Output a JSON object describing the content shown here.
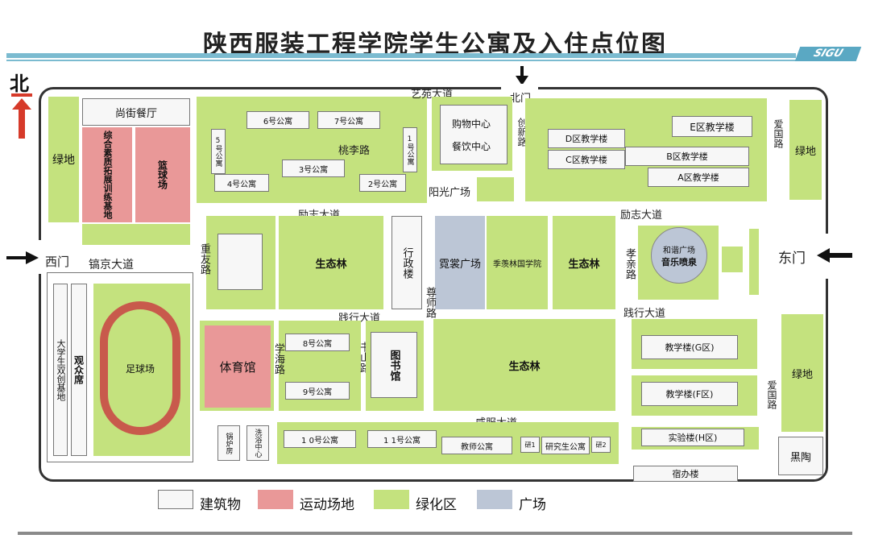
{
  "title": "陕西服装工程学院学生公寓及入住点位图",
  "badge": "SIGU",
  "compass": "北",
  "gates": {
    "north": "北门",
    "east": "东门",
    "west": "西门"
  },
  "roads": {
    "yiyuan": "艺苑大道",
    "taoli": "桃李路",
    "lizhi_left": "励志大道",
    "lizhi_right": "励志大道",
    "gaojing": "镐京大道",
    "zhongyou": "重友路",
    "jianxing_left": "践行大道",
    "jianxing_right": "践行大道",
    "xianfu": "咸服大道",
    "xuehai": "学海路",
    "shushan": "书山路",
    "zunshi": "尊师路",
    "xiaoqin": "孝亲路",
    "chuangxin": "创新路",
    "aiguo_top": "爱国路",
    "aiguo_bottom": "爱国路",
    "yangguang": "阳光广场"
  },
  "buildings": {
    "shangjie": "尚街餐厅",
    "zonghe": "综合素质拓展训练基地",
    "lanqiu": "篮球场",
    "lvdi_left": "绿地",
    "lvdi_right_top": "绿地",
    "lvdi_right_bottom": "绿地",
    "apt6": "6号公寓",
    "apt7": "7号公寓",
    "apt5": "5号公寓",
    "apt1": "1号公寓",
    "apt3": "3号公寓",
    "apt4": "4号公寓",
    "apt2": "2号公寓",
    "gouwu": "购物中心",
    "canyin": "餐饮中心",
    "d_zone": "D区教学楼",
    "c_zone": "C区教学楼",
    "e_zone": "E区教学楼",
    "b_zone": "B区教学楼",
    "a_zone": "A区教学楼",
    "shengtai1": "生态林",
    "shengtai2": "生态林",
    "shengtai3": "生态林",
    "xingzheng": "行政楼",
    "nichang": "霓裳广场",
    "jixian": "季羡林国学院",
    "hexie": "和谐广场",
    "yinyue": "音乐喷泉",
    "guanzhong": "观众席",
    "daxuesheng": "大学生双创基地",
    "zuqiu": "足球场",
    "tiyu": "体育馆",
    "apt8": "8号公寓",
    "apt9": "9号公寓",
    "tushu": "图书馆",
    "jx_g": "教学楼(G区)",
    "jx_f": "教学楼(F区)",
    "shiyan": "实验楼(H区)",
    "suban": "宿办楼",
    "heitao": "黑陶",
    "guolu": "锅炉房",
    "xiyu": "洗浴中心",
    "apt10": "1 0号公寓",
    "apt11": "1 1号公寓",
    "jiaoshi": "教师公寓",
    "yan1": "研1",
    "yanjiu": "研究生公寓",
    "yan2": "研2"
  },
  "legend": [
    {
      "label": "建筑物",
      "color": "#f7f7f7"
    },
    {
      "label": "运动场地",
      "color": "#e99898"
    },
    {
      "label": "绿化区",
      "color": "#c4e27e"
    },
    {
      "label": "广场",
      "color": "#bcc6d6"
    }
  ],
  "colors": {
    "green": "#c4e27e",
    "building": "#f7f7f7",
    "sport": "#e99898",
    "plaza": "#bcc6d6",
    "accent": "#5aa8c3",
    "arrow_red": "#d63a2a"
  }
}
